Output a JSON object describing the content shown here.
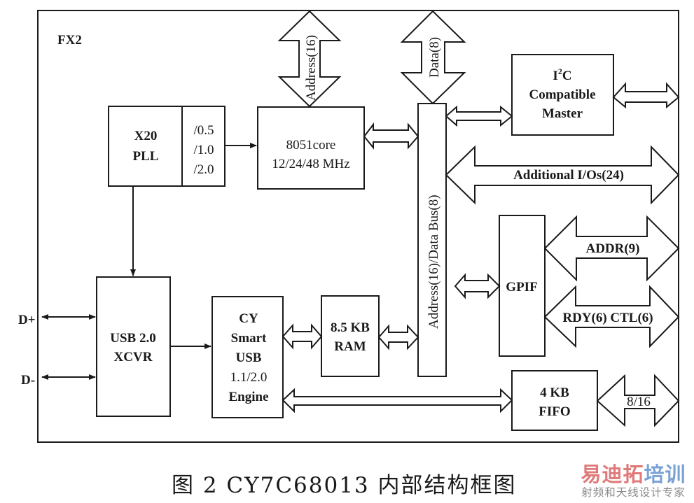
{
  "diagram": {
    "chip_label": "FX2",
    "blocks": {
      "pll": {
        "line1": "X20",
        "line2": "PLL"
      },
      "divider": {
        "line1": "/0.5",
        "line2": "/1.0",
        "line3": "/2.0"
      },
      "core": {
        "line1": "8051core",
        "line2": "12/24/48 MHz"
      },
      "i2c": {
        "line1": "I",
        "sup": "2",
        "line1b": "C",
        "line2": "Compatible",
        "line3": "Master"
      },
      "bus": {
        "label": "Address(16)/Data Bus(8)"
      },
      "gpif": {
        "label": "GPIF"
      },
      "fifo": {
        "line1": "4 KB",
        "line2": "FIFO"
      },
      "xcvr": {
        "line1": "USB 2.0",
        "line2": "XCVR"
      },
      "engine": {
        "line1": "CY",
        "line2": "Smart",
        "line3": "USB",
        "line4": "1.1/2.0",
        "line5": "Engine"
      },
      "ram": {
        "line1": "8.5 KB",
        "line2": "RAM"
      }
    },
    "buses": {
      "address": "Address(16)",
      "data": "Data(8)",
      "additional_io": "Additional I/Os(24)",
      "addr": "ADDR(9)",
      "rdy_ctl": "RDY(6) CTL(6)",
      "fifo_width": "8/16"
    },
    "pins": {
      "dplus": "D+",
      "dminus": "D-"
    }
  },
  "caption": "图 2   CY7C68013 内部结构框图",
  "watermark": {
    "part1": "易迪拓",
    "part2": "培训",
    "subtitle": "射频和天线设计专家"
  }
}
